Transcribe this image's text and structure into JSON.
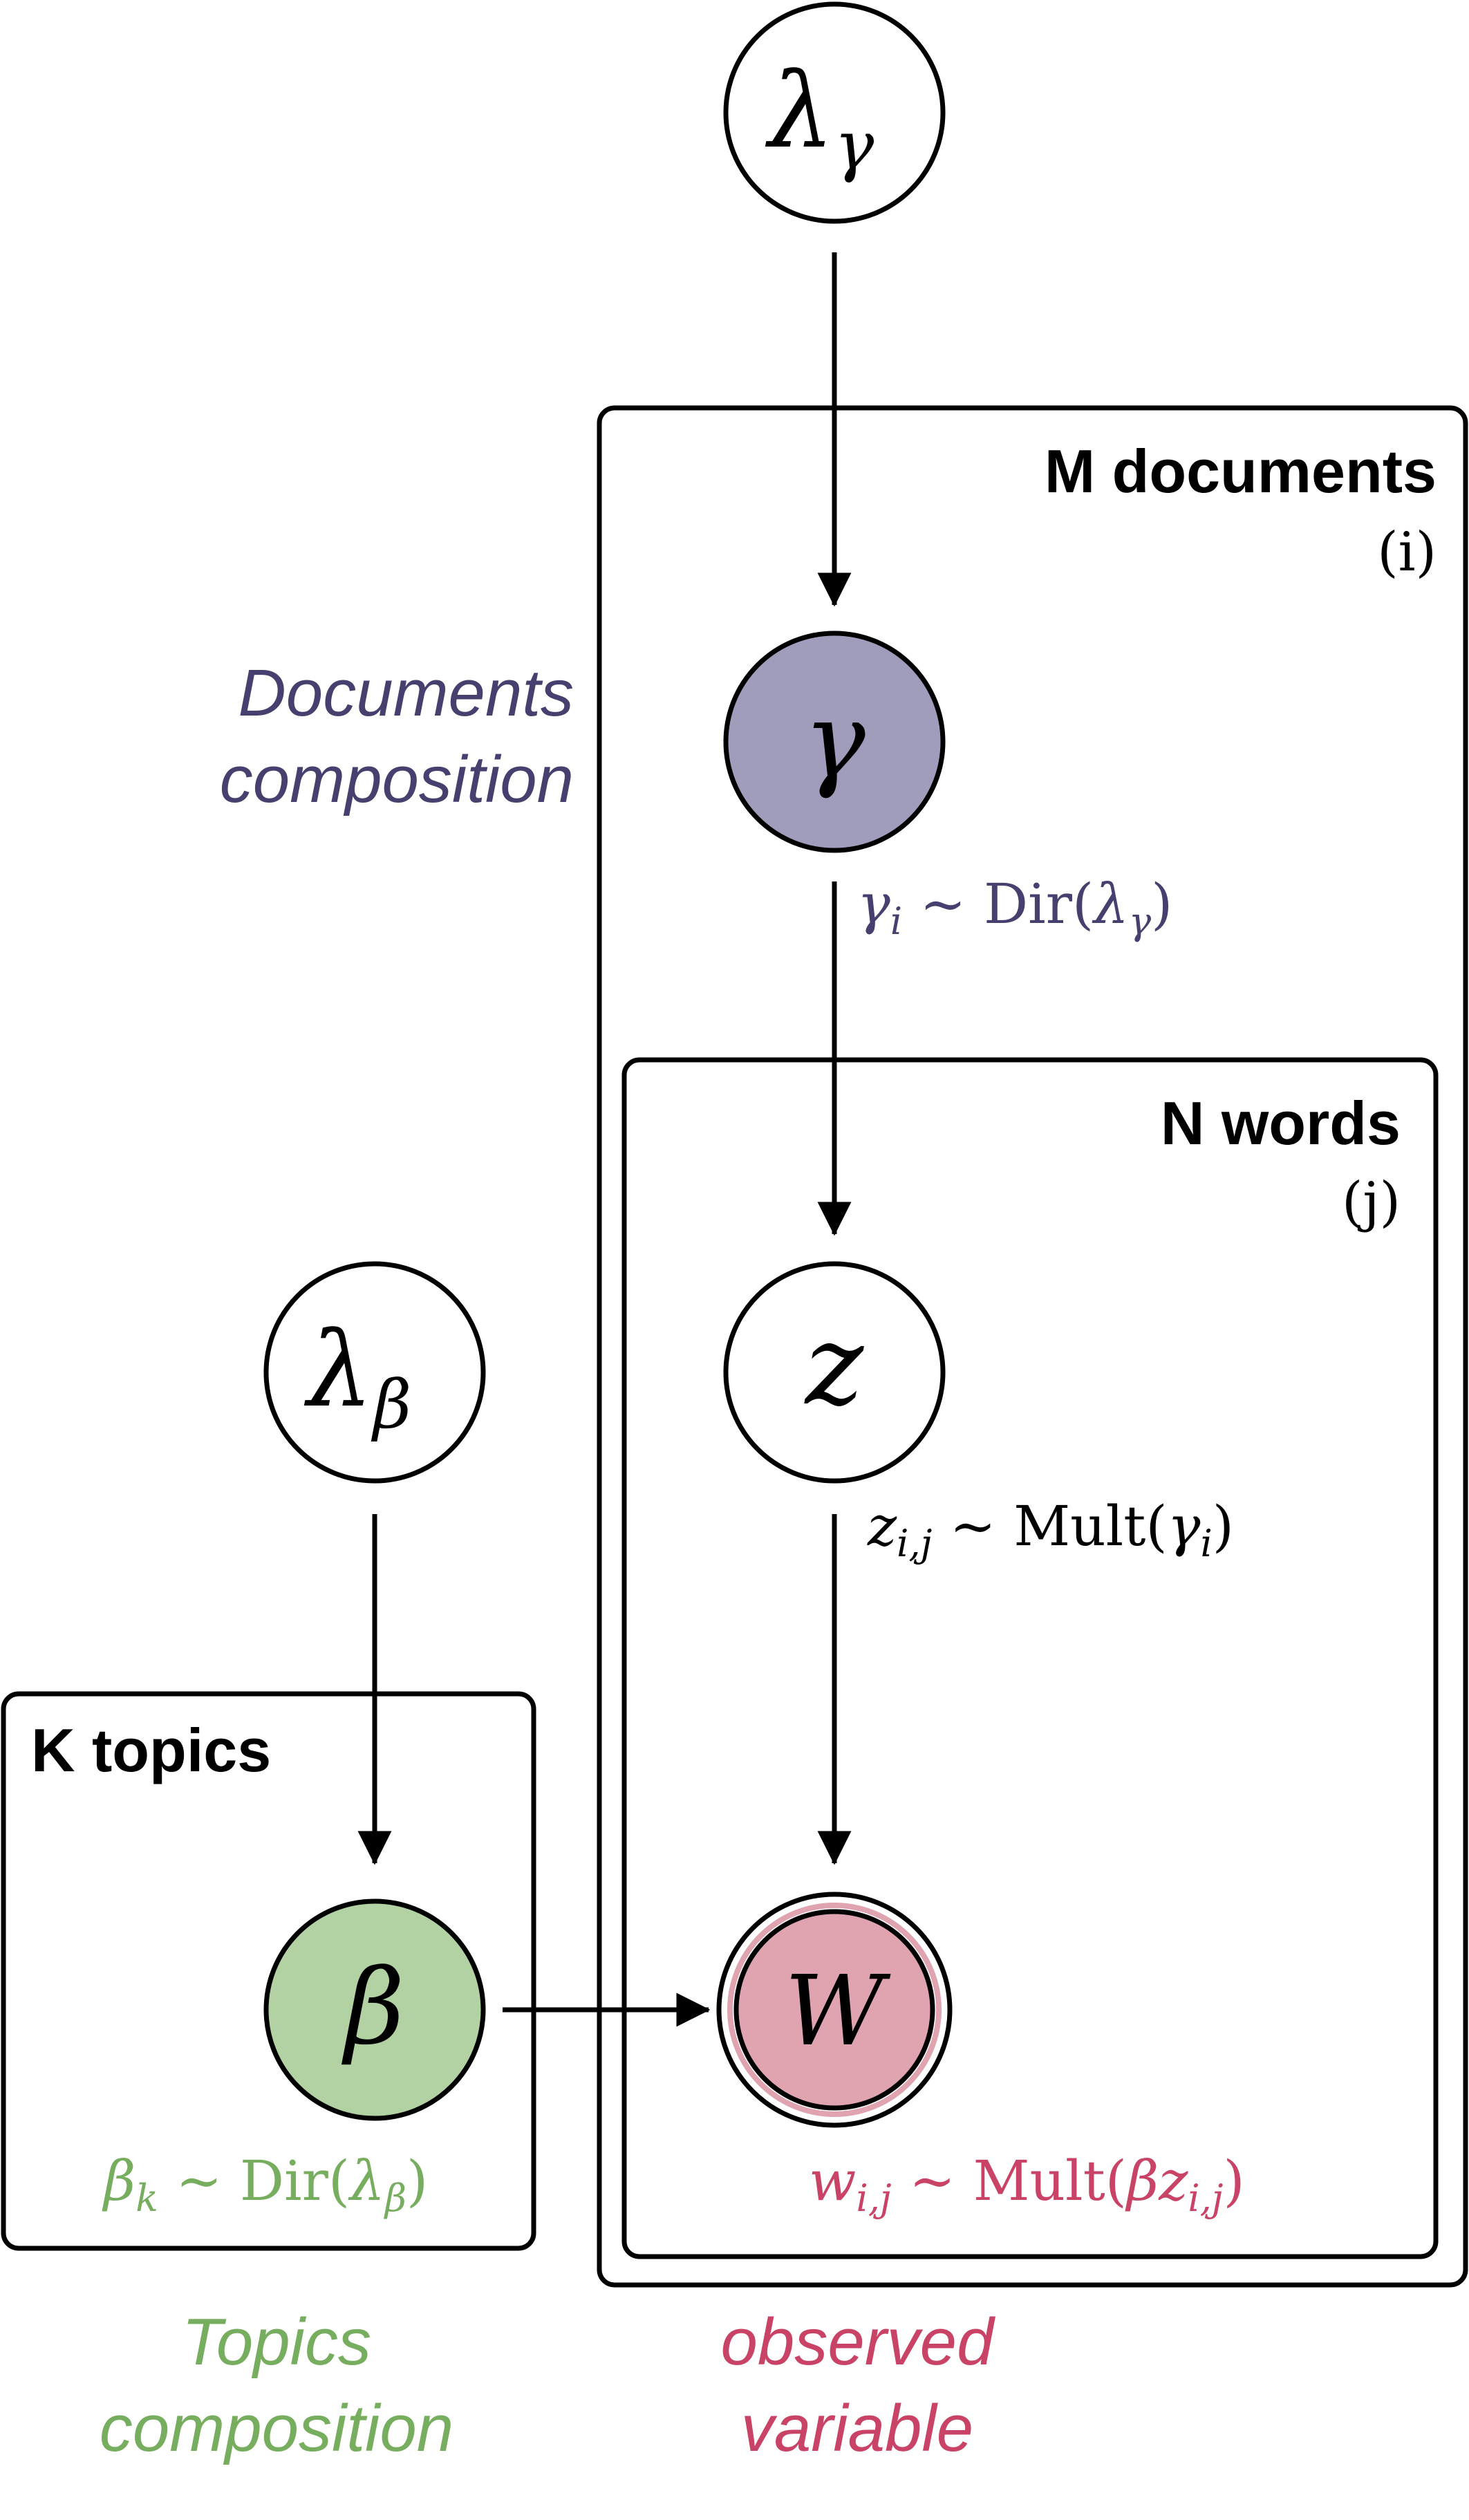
{
  "colors": {
    "documents": "#45406e",
    "documents_fill": "#a09cbc",
    "topics": "#76ad5e",
    "topics_fill": "#b2d2a4",
    "observed": "#c94366",
    "observed_fill": "#e0a3b0",
    "observed_ring": "#e0a3b0"
  },
  "nodes": {
    "lambda_gamma": {
      "symbol": "λ",
      "subscript": "γ"
    },
    "gamma": {
      "symbol": "γ"
    },
    "z": {
      "symbol": "z"
    },
    "lambda_beta": {
      "symbol": "λ",
      "subscript": "β"
    },
    "beta": {
      "symbol": "β"
    },
    "w": {
      "symbol": "W"
    }
  },
  "plates": {
    "documents": {
      "title": "M documents",
      "index": "(i)"
    },
    "words": {
      "title": "N words",
      "index": "(j)"
    },
    "topics": {
      "title": "K topics"
    }
  },
  "formulas": {
    "gamma": {
      "var": "γ",
      "sub": "i",
      "rest": " ∼ Dir(",
      "param": "λ",
      "param_sub": "γ",
      "close": ")"
    },
    "z": {
      "var": "z",
      "sub": "i,j",
      "rest": " ∼ Mult(",
      "param": "γ",
      "param_sub": "i",
      "close": ")"
    },
    "beta": {
      "var": "β",
      "sub": "k",
      "rest": " ∼ Dir(",
      "param": "λ",
      "param_sub": "β",
      "close": ")"
    },
    "w": {
      "var": "w",
      "sub": "i,j",
      "rest": " ∼ Mult(",
      "param": "βz",
      "param_sub": "i,j",
      "close": ")"
    }
  },
  "captions": {
    "documents": [
      "Documents",
      "composition"
    ],
    "topics": [
      "Topics",
      "composition"
    ],
    "observed": [
      "observed",
      "variable"
    ]
  }
}
